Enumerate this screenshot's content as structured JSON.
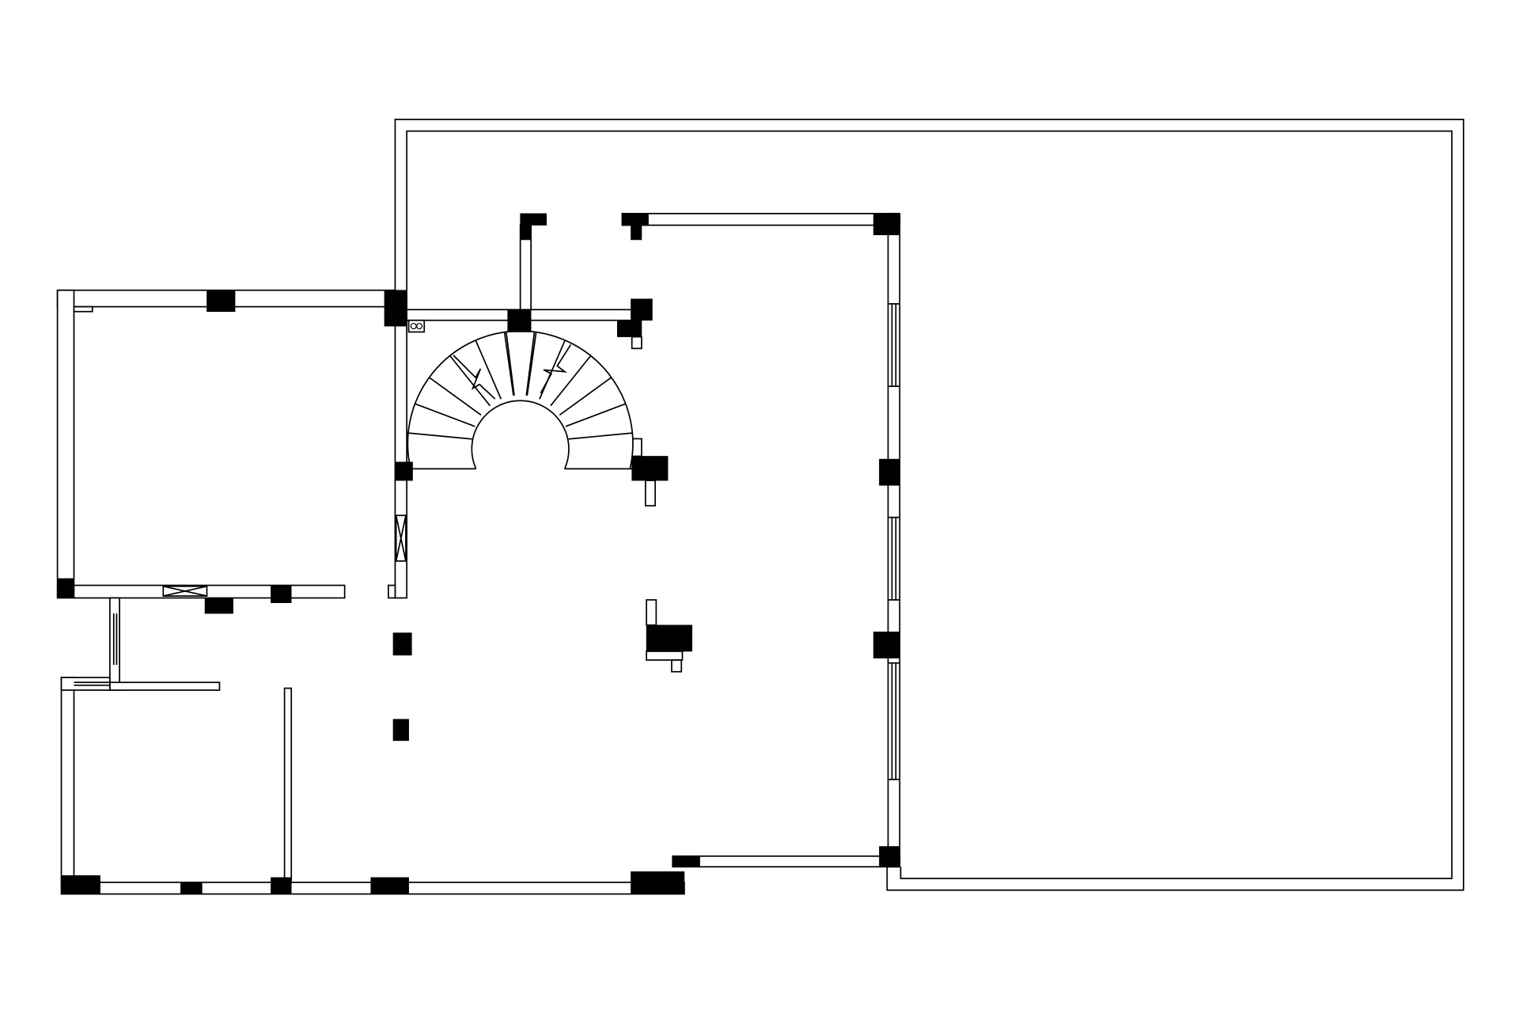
{
  "diagram": {
    "type": "architectural-floor-plan",
    "colors": {
      "background": "#ffffff",
      "line": "#000000",
      "column_fill": "#000000",
      "wall_fill": "#ffffff"
    },
    "elements": [
      "terrace",
      "walls",
      "columns",
      "windows",
      "doors",
      "spiral-staircase"
    ]
  }
}
